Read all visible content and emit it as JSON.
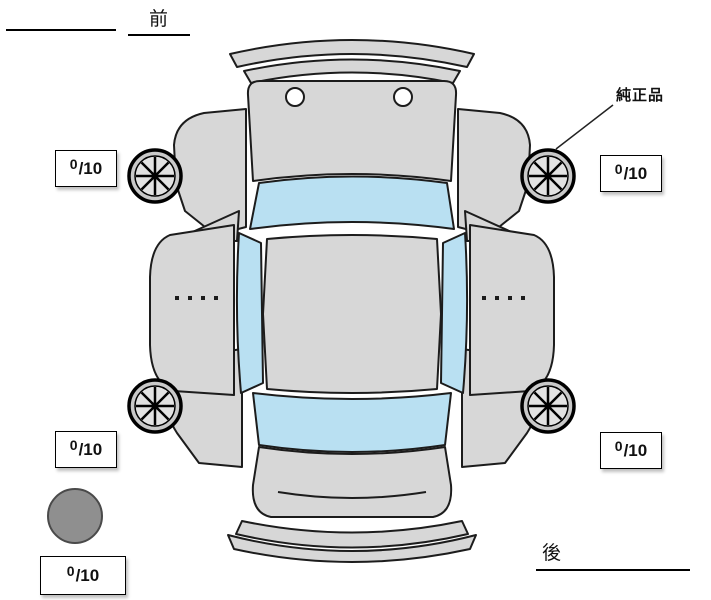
{
  "labels": {
    "front": "前",
    "rear": "後",
    "genuine_part": "純正品"
  },
  "tires": {
    "front_left": {
      "score": "0",
      "max": "/10"
    },
    "front_right": {
      "score": "0",
      "max": "/10"
    },
    "rear_left": {
      "score": "0",
      "max": "/10"
    },
    "rear_right": {
      "score": "0",
      "max": "/10"
    },
    "spare": {
      "score": "0",
      "max": "/10"
    }
  },
  "colors": {
    "body": "#d7d7d7",
    "glass": "#b9e0f2",
    "outline": "#1c1c1c",
    "spare_tire": "#8f8f8f"
  }
}
